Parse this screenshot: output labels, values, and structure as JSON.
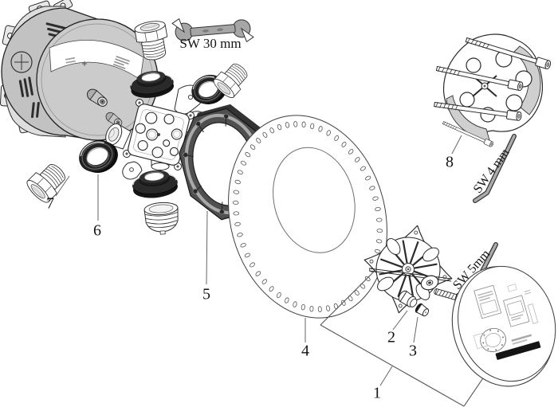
{
  "diagram": {
    "kind": "exploded-parts-diagram",
    "background": "#ffffff",
    "part_numbers": {
      "n1": "1",
      "n2": "2",
      "n3": "3",
      "n4": "4",
      "n5": "5",
      "n6": "6",
      "n7": "7",
      "n8": "8"
    },
    "tool_labels": {
      "open_end_wrench": "SW 30 mm",
      "allen_key_4mm": "SW 4 mm",
      "allen_key_5mm": "SW 5mm"
    },
    "palette": {
      "line": "#2a2a2a",
      "leader": "#666666",
      "housing_gray": "#c6c6c6",
      "seal_dark": "#1d1d1d",
      "ring_frame_gray": "#4f4f4f",
      "tool_gray": "#a6a6a6",
      "label_bar": "#141414"
    }
  }
}
